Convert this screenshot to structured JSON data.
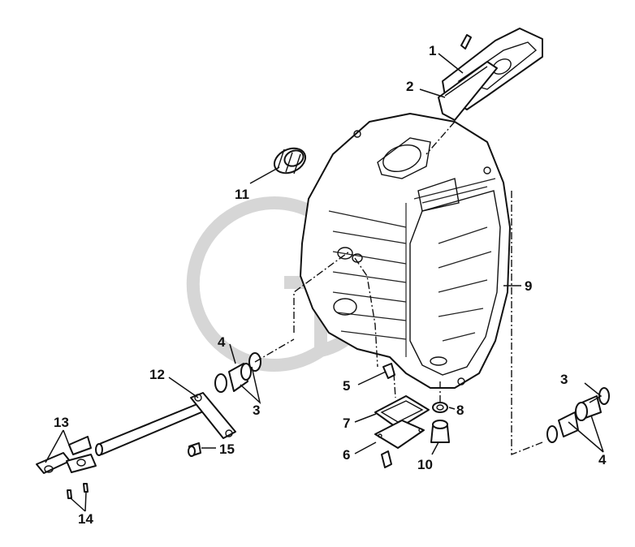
{
  "callouts": [
    {
      "id": "1",
      "label": "1"
    },
    {
      "id": "2",
      "label": "2"
    },
    {
      "id": "3a",
      "label": "3"
    },
    {
      "id": "3b",
      "label": "3"
    },
    {
      "id": "4a",
      "label": "4"
    },
    {
      "id": "4b",
      "label": "4"
    },
    {
      "id": "5",
      "label": "5"
    },
    {
      "id": "6",
      "label": "6"
    },
    {
      "id": "7",
      "label": "7"
    },
    {
      "id": "8",
      "label": "8"
    },
    {
      "id": "9",
      "label": "9"
    },
    {
      "id": "10",
      "label": "10"
    },
    {
      "id": "11",
      "label": "11"
    },
    {
      "id": "12",
      "label": "12"
    },
    {
      "id": "13",
      "label": "13"
    },
    {
      "id": "14",
      "label": "14"
    },
    {
      "id": "15",
      "label": "15"
    }
  ],
  "colors": {
    "ink": "#111111",
    "watermark": "#d6d6d6",
    "background": "#ffffff"
  }
}
